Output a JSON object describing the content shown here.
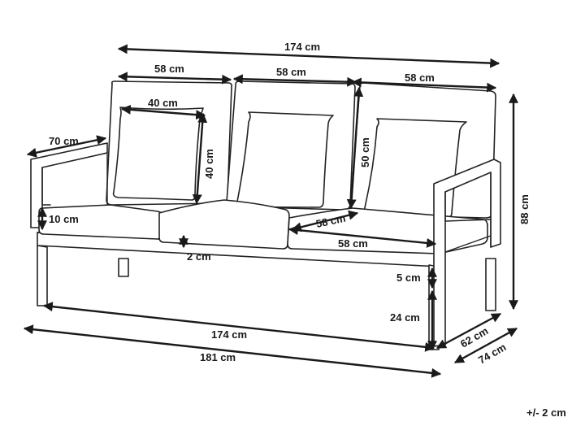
{
  "diagram": {
    "title": "",
    "colors": {
      "line": "#222222",
      "dimension": "#1a1a1a",
      "background": "#ffffff"
    },
    "dimensions": {
      "top_width": "174 cm",
      "cushion_left_width": "58 cm",
      "cushion_middle_width": "58 cm",
      "cushion_right_width": "58 cm",
      "pillow_width": "40 cm",
      "pillow_height": "40 cm",
      "armrest_depth": "70 cm",
      "back_cushion_height": "50 cm",
      "total_height": "88 cm",
      "seat_cushion_depth": "58 cm",
      "seat_cushion_width": "58 cm",
      "seat_cushion_thickness": "10 cm",
      "seat_gap": "2 cm",
      "base_frame_height": "5 cm",
      "leg_height": "24 cm",
      "inner_width": "174 cm",
      "total_width": "181 cm",
      "seat_depth": "62 cm",
      "total_depth": "74 cm",
      "tolerance": "+/- 2 cm"
    }
  }
}
